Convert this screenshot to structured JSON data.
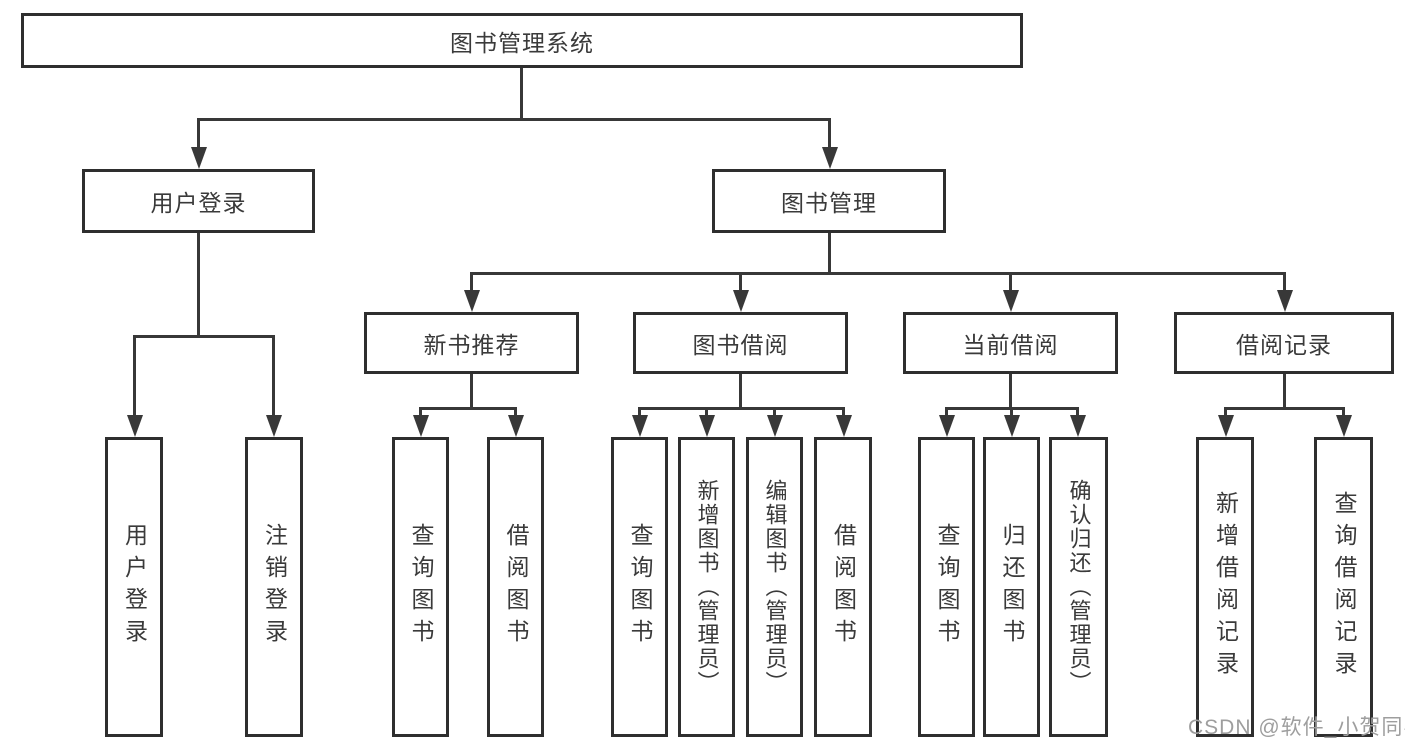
{
  "root_label": "图书管理系统",
  "branches": {
    "user": {
      "label": "用户登录",
      "leaves": [
        "用户登录",
        "注销登录"
      ]
    },
    "mgmt": {
      "label": "图书管理",
      "groups": [
        {
          "label": "新书推荐",
          "leaves": [
            "查询图书",
            "借阅图书"
          ]
        },
        {
          "label": "图书借阅",
          "leaves": [
            "查询图书",
            "新增图书（管理员）",
            "编辑图书（管理员）",
            "借阅图书"
          ]
        },
        {
          "label": "当前借阅",
          "leaves": [
            "查询图书",
            "归还图书",
            "确认归还（管理员）"
          ]
        },
        {
          "label": "借阅记录",
          "leaves": [
            "新增借阅记录",
            "查询借阅记录"
          ]
        }
      ]
    }
  },
  "watermark": "CSDN @软件_小贺同学",
  "colors": {
    "line": "#383838",
    "border": "#2e2e2e",
    "text": "#3a3a3a",
    "watermark": "#9e9e9e",
    "background": "#ffffff"
  }
}
